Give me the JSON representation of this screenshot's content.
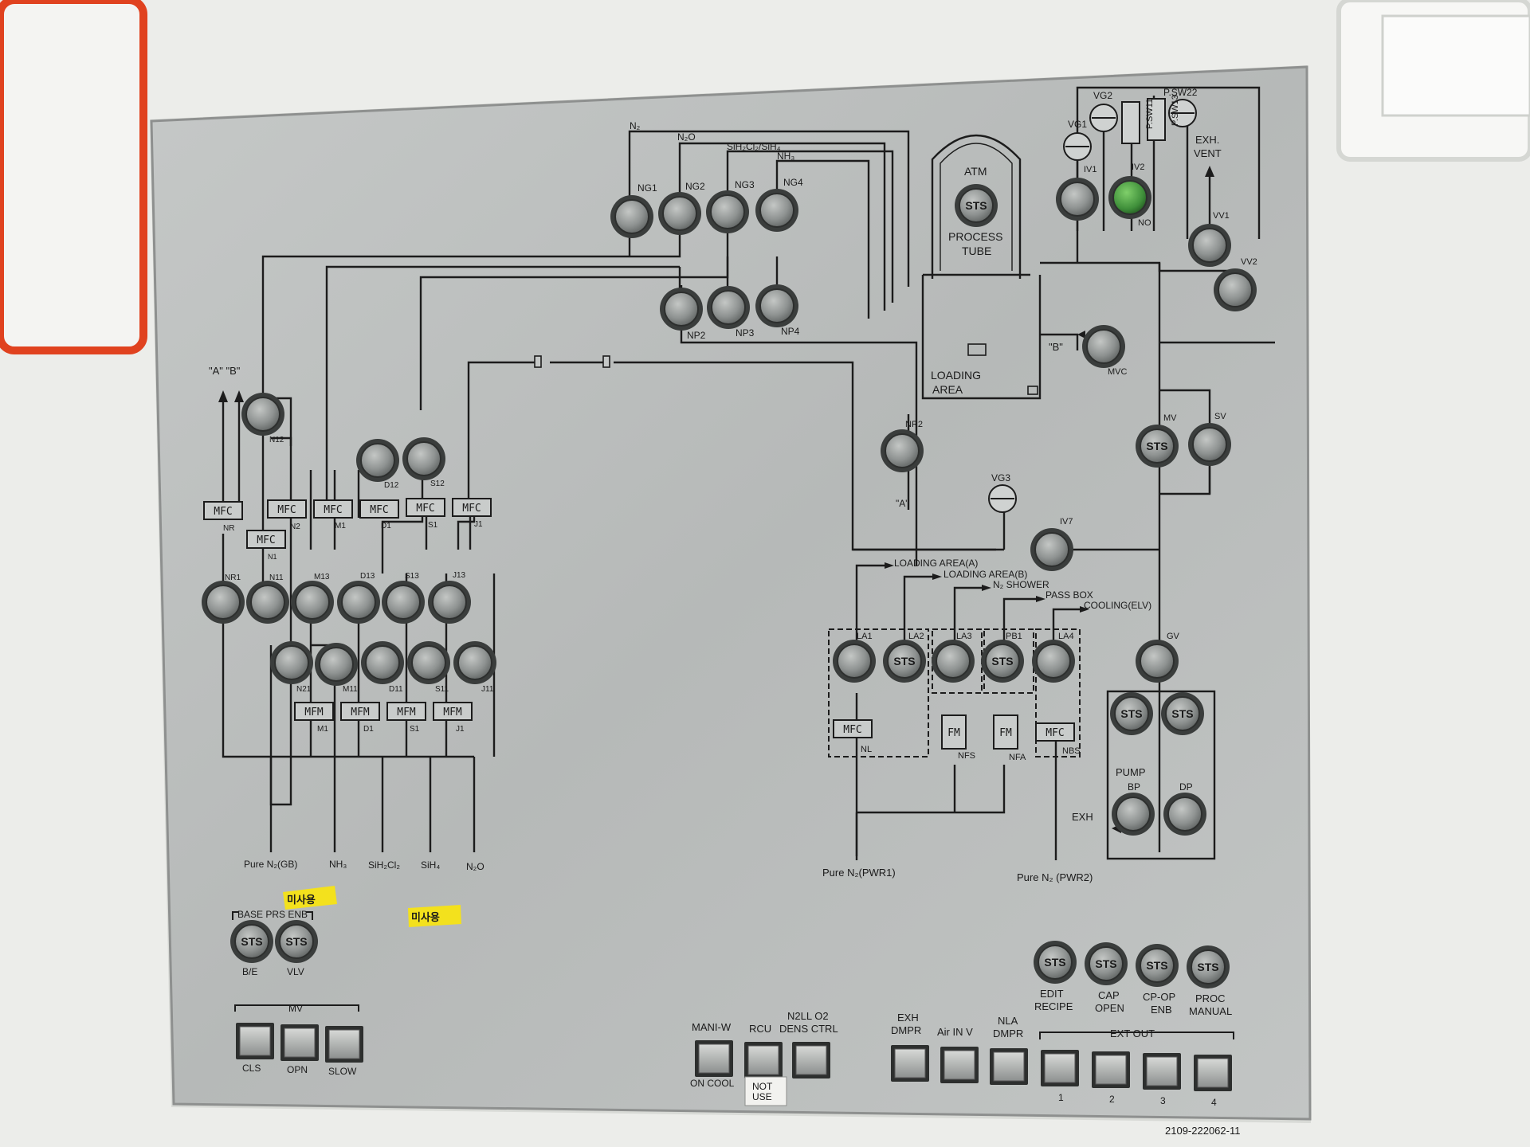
{
  "panel_id": "2109-222062-11",
  "labels": {
    "ab": "\"A\" \"B\"",
    "gas_n2": "N₂",
    "gas_n2o": "N₂O",
    "gas_sih2cl2_sih4": "SiH₂Cl₂/SiH₄",
    "gas_nh3": "NH₃",
    "atm": "ATM",
    "process": "PROCESS",
    "tube": "TUBE",
    "loading": "LOADING",
    "area": "AREA",
    "exh": "EXH.",
    "vent": "VENT",
    "b_port": "\"B\"",
    "a_port": "\"A\"",
    "mvc": "MVC",
    "pump": "PUMP",
    "exh_out": "EXH",
    "loading_area_a": "LOADING AREA(A)",
    "loading_area_b": "LOADING AREA(B)",
    "n2_shower": "N₂ SHOWER",
    "pass_box": "PASS BOX",
    "cooling_elv": "COOLING(ELV)",
    "base_prs_enb": "BASE PRS ENB",
    "mv_group": "MV",
    "ext_out": "EXT OUT",
    "unused": "미사용",
    "sts": "STS",
    "not_use": "NOT USE",
    "not_use_line1": "NOT",
    "not_use_line2": "USE",
    "no_tag": "NO"
  },
  "valves_top": {
    "ng1": "NG1",
    "ng2": "NG2",
    "ng3": "NG3",
    "ng4": "NG4",
    "np2": "NP2",
    "np3": "NP3",
    "np4": "NP4",
    "nr2": "NR2",
    "vg1": "VG1",
    "vg2": "VG2",
    "vg3": "VG3",
    "iv1": "IV1",
    "iv2": "IV2",
    "iv7": "IV7",
    "psw11": "P.SW11",
    "psw13": "P.SW13",
    "psw22": "P.SW22",
    "vv1": "VV1",
    "vv2": "VV2",
    "mv": "MV",
    "sv": "SV",
    "gv": "GV",
    "bp": "BP",
    "dp": "DP"
  },
  "left_valves": {
    "n12": "N12",
    "d12": "D12",
    "s12": "S12",
    "nr1": "NR1",
    "n11": "N11",
    "m13": "M13",
    "d13": "D13",
    "s13": "S13",
    "j13": "J13",
    "n21": "N21",
    "m11": "M11",
    "d11": "D11",
    "s11": "S11",
    "j11": "J11"
  },
  "mfc": {
    "text": "MFC",
    "nr": "NR",
    "n2": "N2",
    "n1": "N1",
    "m1": "M1",
    "d1": "D1",
    "s1": "S1",
    "j1": "J1",
    "nl": "NL",
    "nbs": "NBS"
  },
  "mfm": {
    "text": "MFM",
    "m1": "M1",
    "d1": "D1",
    "s1": "S1",
    "j1": "J1"
  },
  "fm": {
    "text": "FM",
    "nfs": "NFS",
    "nfa": "NFA"
  },
  "loading_valves": {
    "la1": "LA1",
    "la2": "LA2",
    "la3": "LA3",
    "pb1": "PB1",
    "la4": "LA4"
  },
  "sources": {
    "pure_n2_gb": "Pure N₂(GB)",
    "nh3": "NH₃",
    "sih2cl2": "SiH₂Cl₂",
    "sih4": "SiH₄",
    "n2o": "N₂O",
    "pure_n2_pwr1": "Pure N₂(PWR1)",
    "pure_n2_pwr2": "Pure N₂ (PWR2)"
  },
  "status_buttons": {
    "be": "B/E",
    "vlv": "VLV",
    "edit_recipe_1": "EDIT",
    "edit_recipe_2": "RECIPE",
    "cap_open_1": "CAP",
    "cap_open_2": "OPEN",
    "cp_op_enb_1": "CP-OP",
    "cp_op_enb_2": "ENB",
    "proc_manual_1": "PROC",
    "proc_manual_2": "MANUAL"
  },
  "switches": {
    "cls": "CLS",
    "opn": "OPN",
    "slow": "SLOW",
    "mani_w": "MANI-W",
    "on_cool": "ON COOL",
    "rcu": "RCU",
    "n2ll_o2_1": "N2LL O2",
    "n2ll_o2_2": "DENS CTRL",
    "exh_dmpr_1": "EXH",
    "exh_dmpr_2": "DMPR",
    "air_in_v": "Air IN V",
    "nla_dmpr_1": "NLA",
    "nla_dmpr_2": "DMPR",
    "ext_1": "1",
    "ext_2": "2",
    "ext_3": "3",
    "ext_4": "4"
  },
  "colors": {
    "panel": "#b9bcbb",
    "line": "#1c1c1c",
    "valve_lit": "#3f8f3a",
    "tape": "#f3e11d",
    "bezel": "#e6e8e2",
    "red_frame": "#e0421f"
  }
}
